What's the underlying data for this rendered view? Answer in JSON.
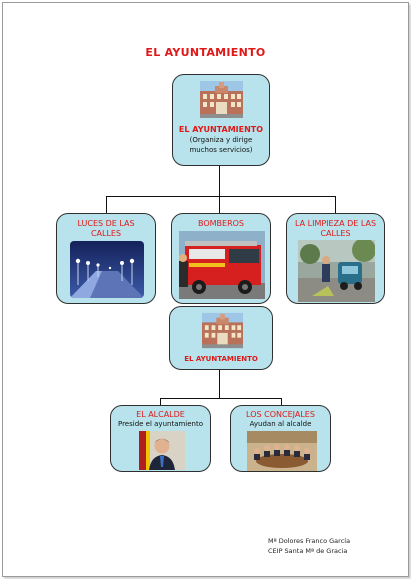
{
  "title": "EL AYUNTAMIENTO",
  "top": {
    "label": "EL AYUNTAMIENTO",
    "description": "(Organiza y dirige muchos servicios)"
  },
  "services": [
    {
      "label": "LUCES DE LAS CALLES"
    },
    {
      "label": "BOMBEROS"
    },
    {
      "label": "LA LIMPIEZA DE LAS CALLES"
    }
  ],
  "middle": {
    "label": "EL AYUNTAMIENTO"
  },
  "people": [
    {
      "label": "EL ALCALDE",
      "description": "Preside el ayuntamiento"
    },
    {
      "label": "LOS CONCEJALES",
      "description": "Ayudan al alcalde"
    }
  ],
  "footer": {
    "line1": "Mª Dolores Franco García",
    "line2": "CEIP Santa Mª de Gracia"
  }
}
